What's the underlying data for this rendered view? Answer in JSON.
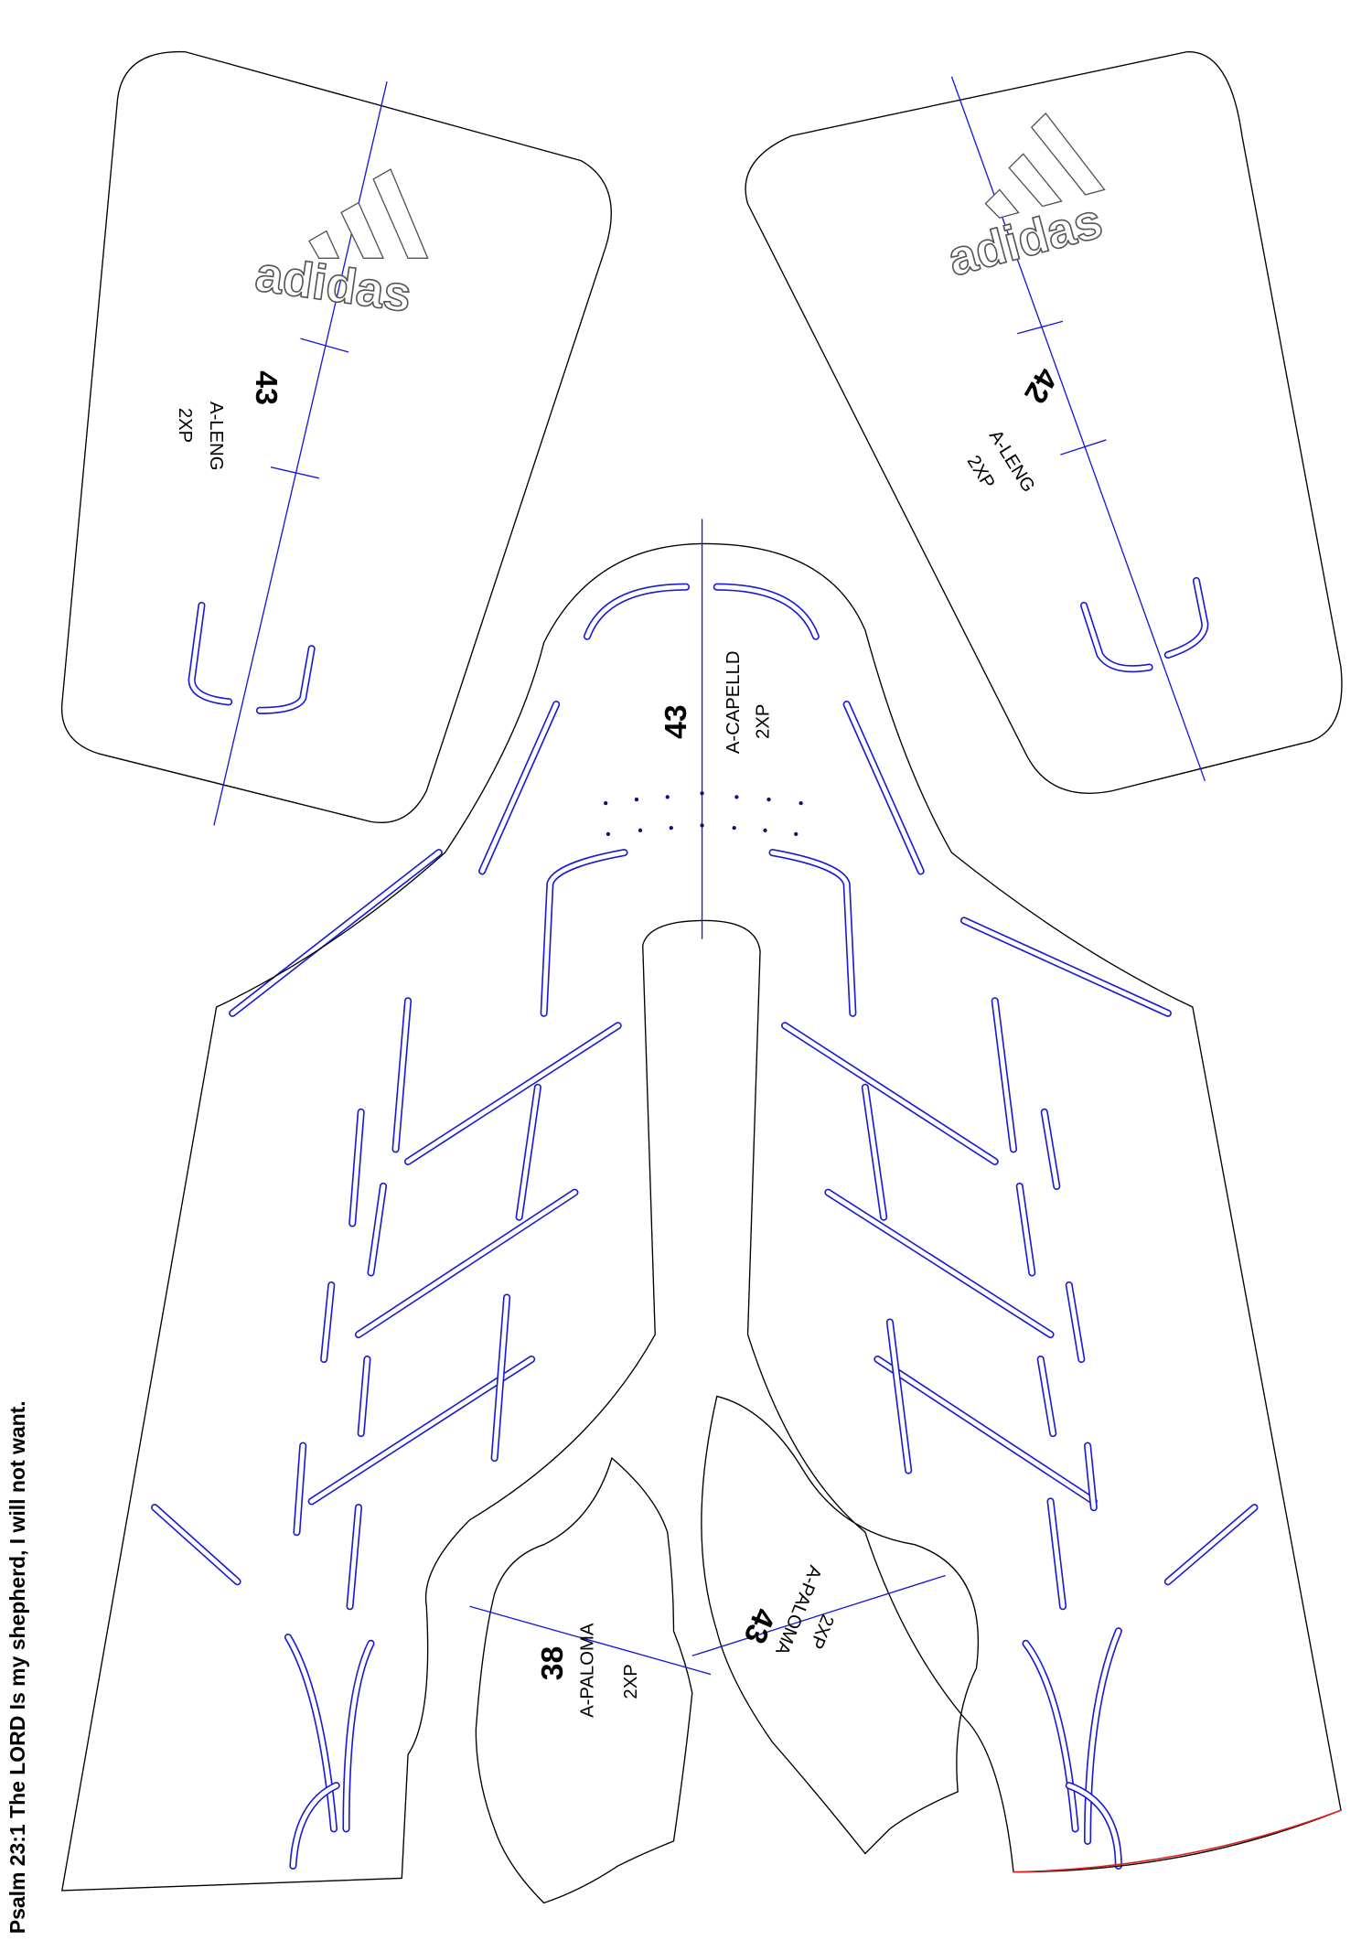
{
  "footer_text": "Psalm 23:1 The LORD Is my shepherd, I will not want.",
  "colors": {
    "outline": "#000000",
    "guide": "#1a1ad6",
    "accent_line": "#e02020"
  },
  "pieces": [
    {
      "id": "top-left",
      "logo": "adidas",
      "size": "43",
      "name": "A-LENG",
      "qty": "2XP"
    },
    {
      "id": "top-right",
      "logo": "adidas",
      "size": "42",
      "name": "A-LENG",
      "qty": "2XP"
    },
    {
      "id": "center",
      "size": "43",
      "name": "A-CAPELLD",
      "qty": "2XP"
    },
    {
      "id": "bottom-left-insert",
      "size": "38",
      "name": "A-PALOMA",
      "qty": "2XP"
    },
    {
      "id": "bottom-right-insert",
      "size": "43",
      "name": "A-PALOMA",
      "qty": "2XP"
    }
  ]
}
